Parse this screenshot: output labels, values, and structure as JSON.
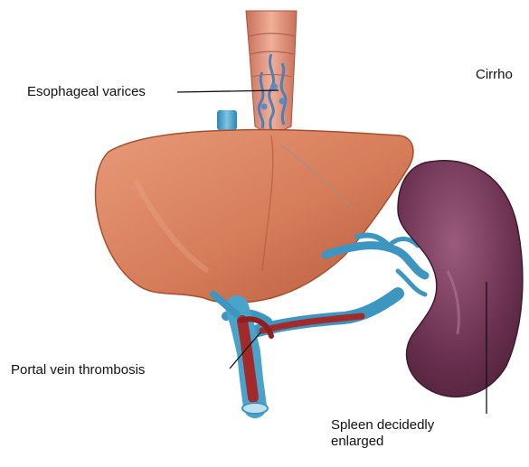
{
  "labels": {
    "esophageal_varices": "Esophageal varices",
    "cirrhosis": "Cirrho",
    "portal_vein_thrombosis": "Portal vein thrombosis",
    "spleen_line1": "Spleen decidedly",
    "spleen_line2": "enlarged"
  },
  "colors": {
    "liver": "#d9805e",
    "liver_shadow": "#b8583a",
    "spleen": "#6e3352",
    "spleen_highlight": "#9c5f80",
    "vein_blue": "#4da3c9",
    "thrombus_red": "#a32a2a",
    "esophagus": "#e9a48a"
  }
}
